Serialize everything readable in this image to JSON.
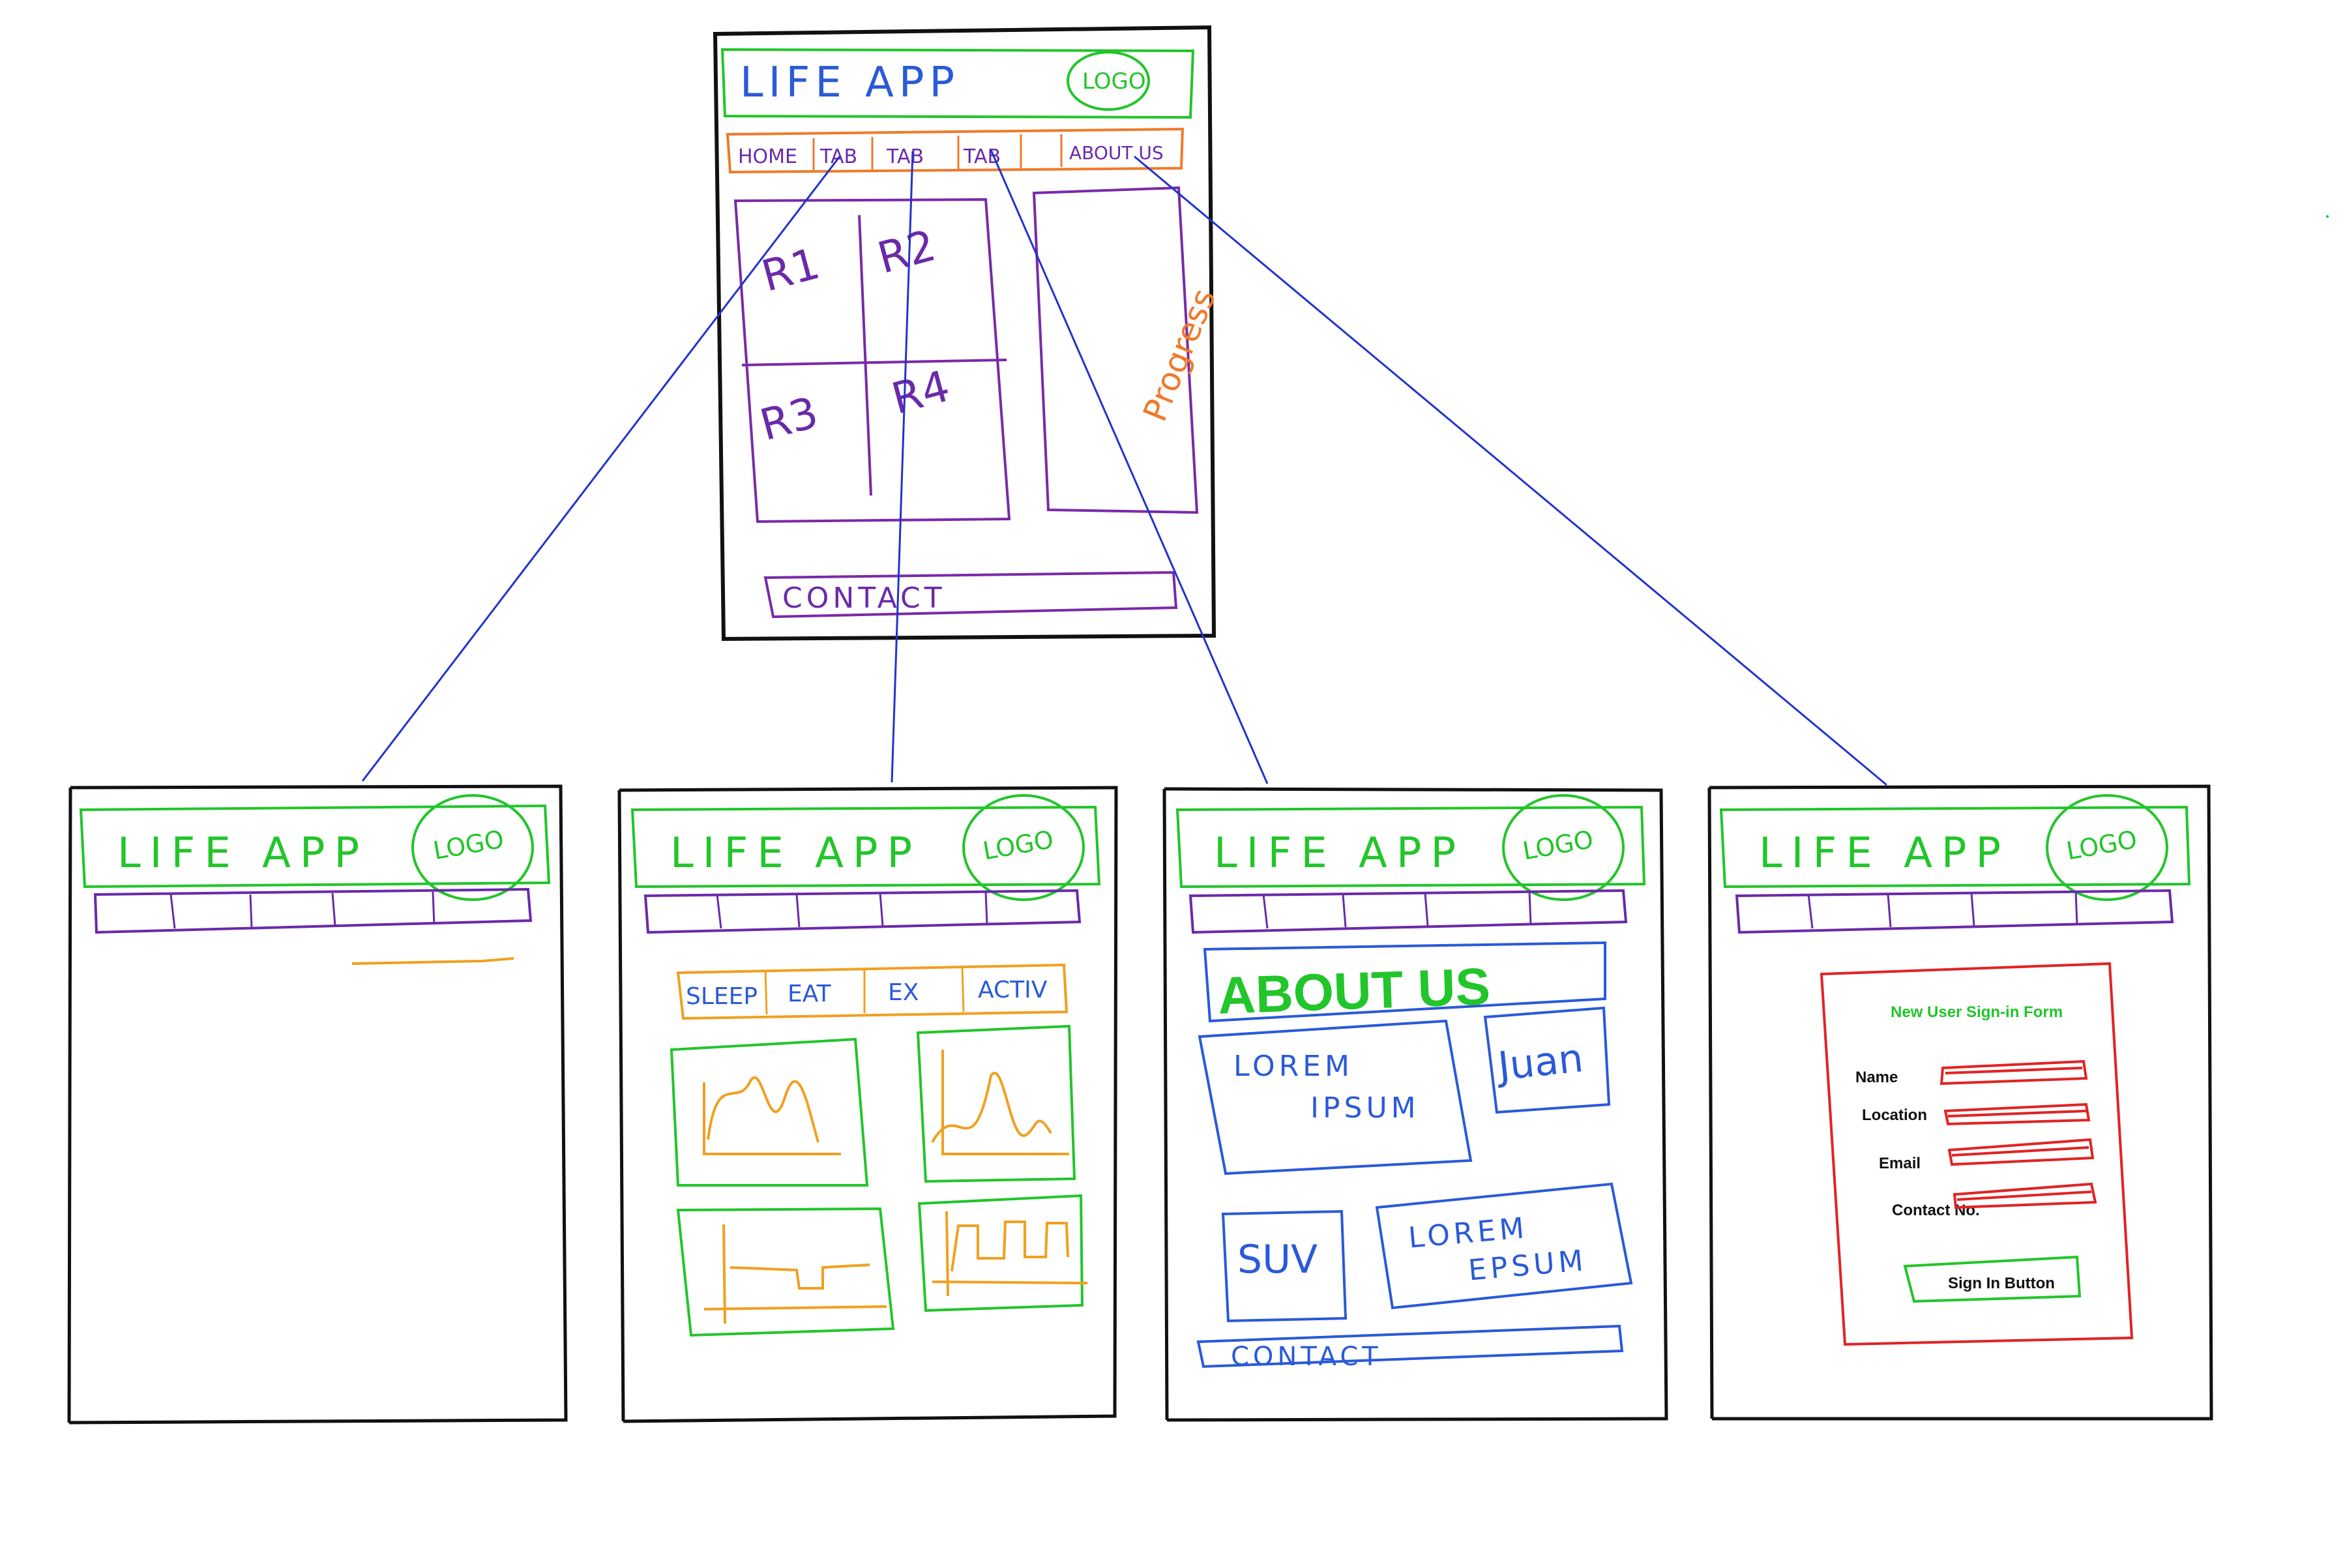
{
  "colors": {
    "frame": "#111111",
    "header": "#22c52a",
    "nav_orange": "#f07a2a",
    "nav_purple": "#6a2aa8",
    "grid_purple": "#7a2aa8",
    "link_blue": "#2233cc",
    "about_blue": "#2a5ad8",
    "chart_orange": "#f0a020",
    "form_red": "#e02424",
    "form_green": "#22c52a"
  },
  "main": {
    "title": "LIFE APP",
    "logo": "LOGO",
    "tabs": [
      "HOME",
      "TAB",
      "TAB",
      "TAB",
      "",
      "ABOUT US"
    ],
    "cells": [
      "R1",
      "R2",
      "R3",
      "R4"
    ],
    "side": "Progress",
    "contact": "CONTACT"
  },
  "screens": [
    {
      "title": "LIFE APP",
      "logo": "LOGO"
    },
    {
      "title": "LIFE APP",
      "logo": "LOGO",
      "subtabs": [
        "SLEEP",
        "EAT",
        "EX",
        "ACTIV"
      ]
    },
    {
      "title": "LIFE APP",
      "logo": "LOGO",
      "heading": "ABOUT US",
      "box1_line1": "LOREM",
      "box1_line2": "IPSUM",
      "box2": "Juan",
      "box3": "SUV",
      "box4_line1": "LOREM",
      "box4_line2": "EPSUM",
      "contact": "CONTACT"
    },
    {
      "title": "LIFE APP",
      "logo": "LOGO",
      "form_title": "New User Sign-in Form",
      "fields": [
        "Name",
        "Location",
        "Email",
        "Contact No."
      ],
      "button": "Sign In Button"
    }
  ]
}
